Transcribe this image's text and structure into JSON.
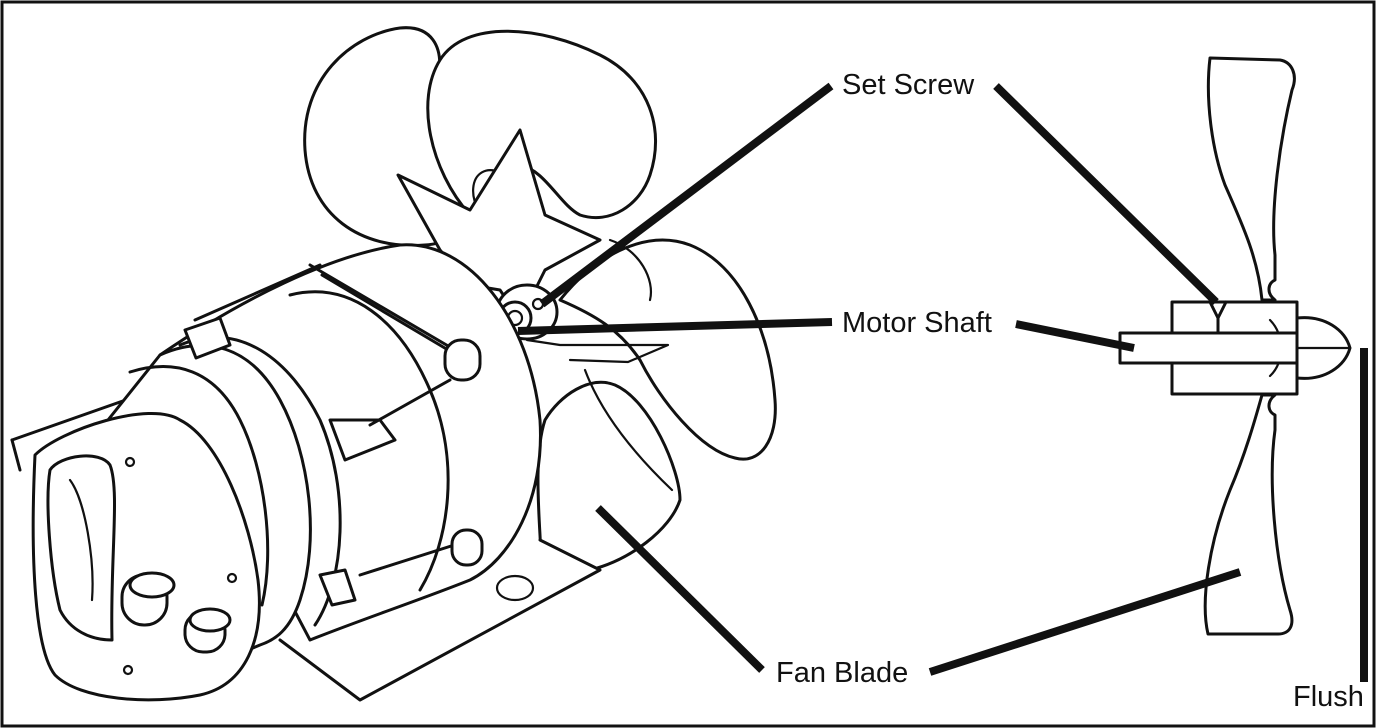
{
  "labels": {
    "set_screw": "Set Screw",
    "motor_shaft": "Motor Shaft",
    "fan_blade": "Fan Blade",
    "flush": "Flush"
  }
}
